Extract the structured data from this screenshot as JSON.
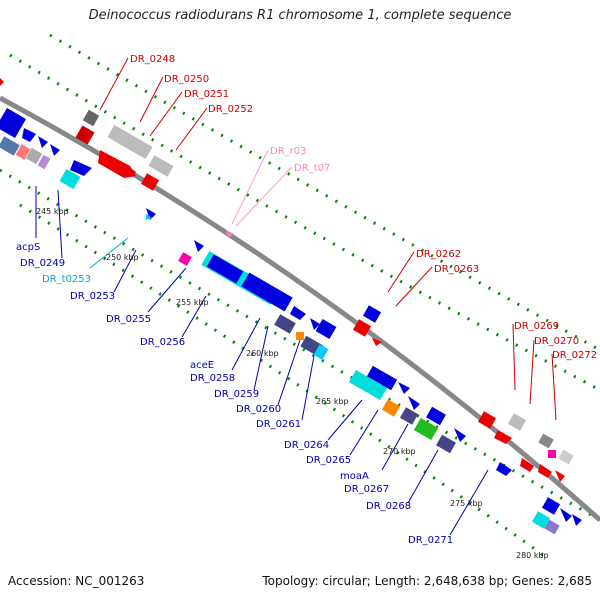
{
  "title": "Deinococcus radiodurans R1 chromosome 1, complete sequence",
  "footer": {
    "accession": "Accession: NC_001263",
    "topology": "Topology: circular; Length: 2,648,638 bp; Genes: 2,685"
  },
  "colors": {
    "forward_gene": "#e00000",
    "reverse_gene": "#0000dd",
    "label_forward": "#cc0000",
    "label_reverse": "#0000aa",
    "label_trna": "#00aadd",
    "label_rna": "#ff88bb",
    "backbone": "#888888",
    "tick": "#008800"
  },
  "scale_labels": [
    "245 kbp",
    "250 kbp",
    "255 kbp",
    "260 kbp",
    "265 kbp",
    "270 kbp",
    "275 kbp",
    "280 kbp"
  ],
  "labels_forward": [
    "DR_0248",
    "DR_0250",
    "DR_0251",
    "DR_0252",
    "DR_0262",
    "DR_0263",
    "DR_0269",
    "DR_0270",
    "DR_0272"
  ],
  "labels_rna": [
    "DR_r03",
    "DR_t07"
  ],
  "labels_reverse": [
    "acpS",
    "DR_0249",
    "DR_t0253",
    "DR_0253",
    "DR_0255",
    "DR_0256",
    "aceE",
    "DR_0258",
    "DR_0259",
    "DR_0260",
    "DR_0261",
    "DR_0264",
    "DR_0265",
    "moaA",
    "DR_0267",
    "DR_0268",
    "DR_0271"
  ]
}
